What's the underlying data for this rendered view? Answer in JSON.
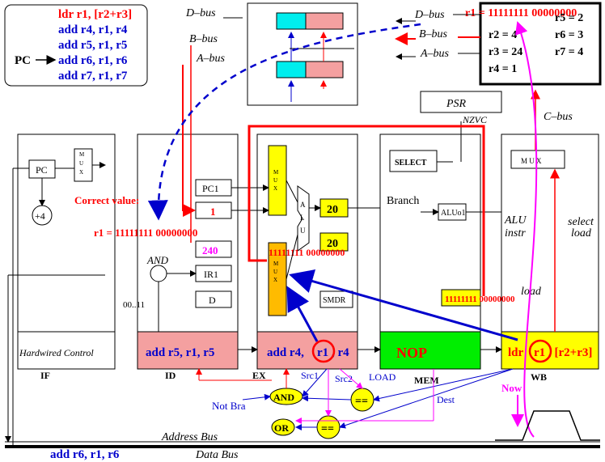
{
  "program": {
    "lines": [
      "ldr r1, [r2+r3]",
      "add r4, r1, r4",
      "add r5, r1, r5",
      "add r6, r1, r6",
      "add r7, r1, r7"
    ],
    "pc_label": "PC"
  },
  "regfile": {
    "r1": "r1 = 11111111 00000000",
    "r2": "r2 = 4",
    "r3": "r3 = 24",
    "r4": "r4 = 1",
    "r5": "r5 = 2",
    "r6": "r6 = 3",
    "r7": "r7 = 4"
  },
  "buses": {
    "d": "D–bus",
    "b": "B–bus",
    "a": "A–bus",
    "c": "C–bus",
    "address": "Address Bus",
    "data": "Data Bus",
    "psr": "PSR",
    "nzvc": "NZVC"
  },
  "stages": {
    "if": "IF",
    "id": "ID",
    "ex": "EX",
    "mem": "MEM",
    "wb": "WB"
  },
  "pipeline": {
    "id_instr": "add r5, r1, r5",
    "ex_instr_pre": "add r4,",
    "ex_instr_reg": "r1",
    "ex_instr_post": ", r4",
    "mem_instr": "NOP",
    "wb_instr_pre": "ldr",
    "wb_instr_reg": "r1",
    "wb_instr_post": ", [r2+r3]",
    "data_bus_instr": "add r6, r1, r6"
  },
  "labels": {
    "correct_value": "Correct value:",
    "correct_r1": "r1 = 11111111 00000000",
    "pc1": "PC1",
    "one": "1",
    "v240": "240",
    "ir1": "IR1",
    "d": "D",
    "and_label": "AND",
    "bits": "00..11",
    "hardwired": "Hardwired Control",
    "pc": "PC",
    "plus4": "+4",
    "mux": "M U X",
    "alu": "A L U",
    "select": "SELECT",
    "branch": "Branch",
    "aluo1": "ALUo1",
    "alu_instr_1": "ALU",
    "alu_instr_2": "instr",
    "select_load_1": "select",
    "select_load_2": "load",
    "load": "load",
    "v20a": "20",
    "v20b": "20",
    "forward_value": "11111111 00000000",
    "aluo_value": "11111111 00000000",
    "smdr": "SMDR",
    "src1": "Src1",
    "src2": "Src2",
    "load_sig": "LOAD",
    "dest": "Dest",
    "not_bra": "Not Bra",
    "and_gate": "AND",
    "or_gate": "OR",
    "eq": "==",
    "now": "Now"
  },
  "colors": {
    "red": "#ff0000",
    "blue": "#0000cc",
    "magenta": "#ff00ff",
    "yellow": "#ffff00",
    "pink": "#f4a0a0",
    "green": "#00ee00",
    "cyan": "#00eeee",
    "orange": "#ffbb00"
  }
}
